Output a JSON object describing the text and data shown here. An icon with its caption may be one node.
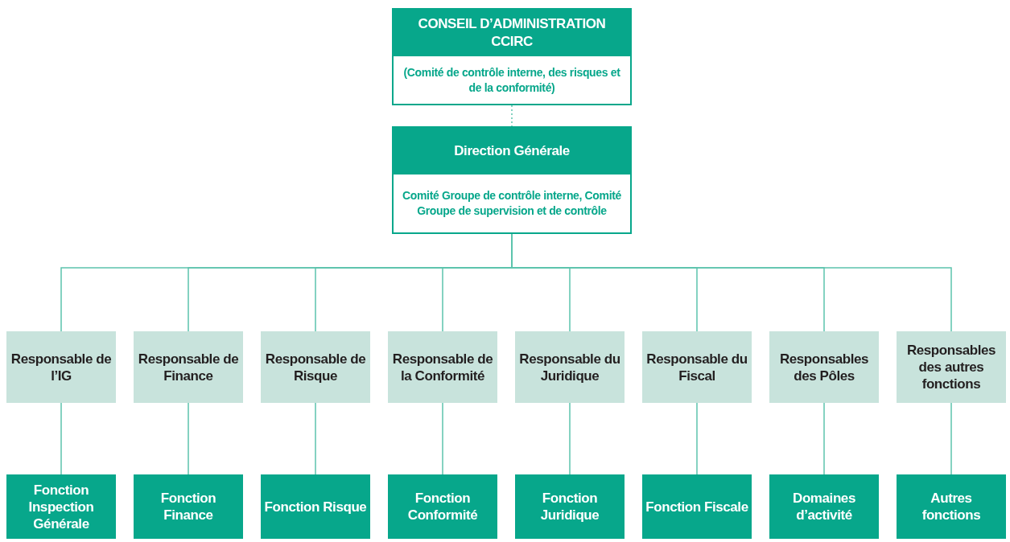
{
  "diagram": {
    "nodes": [
      {
        "text": [
          "CONSEIL D’ADMINISTRATION CCIRC",
          "(Comité de contrôle interne, des risques et de la conformité)"
        ]
      },
      {
        "text": [
          "Direction Générale",
          "Comité Groupe de contrôle interne, Comité Groupe de supervision et de contrôle"
        ]
      },
      {
        "text": [
          "Responsable de l’IG"
        ]
      },
      {
        "text": [
          "Responsable de Finance"
        ]
      },
      {
        "text": [
          "Responsable de Risque"
        ]
      },
      {
        "text": [
          "Responsable de la Conformité"
        ]
      },
      {
        "text": [
          "Responsable du Juridique"
        ]
      },
      {
        "text": [
          "Responsable du Fiscal"
        ]
      },
      {
        "text": [
          "Responsables des Pôles"
        ]
      },
      {
        "text": [
          "Responsables des autres fonctions"
        ]
      },
      {
        "text": [
          "Fonction Inspection Générale"
        ]
      },
      {
        "text": [
          "Fonction Finance"
        ]
      },
      {
        "text": [
          "Fonction Risque"
        ]
      },
      {
        "text": [
          "Fonction Conformité"
        ]
      },
      {
        "text": [
          "Fonction Juridique"
        ]
      },
      {
        "text": [
          "Fonction Fiscale"
        ]
      },
      {
        "text": [
          "Domaines d’activité"
        ]
      },
      {
        "text": [
          "Autres fonctions"
        ]
      }
    ],
    "edges": [
      {
        "from": 0,
        "to": 1,
        "arrow": "none",
        "style": "dashed"
      },
      {
        "from": 1,
        "to": 2,
        "arrow": "none"
      },
      {
        "from": 1,
        "to": 3,
        "arrow": "none"
      },
      {
        "from": 1,
        "to": 4,
        "arrow": "none"
      },
      {
        "from": 1,
        "to": 5,
        "arrow": "none"
      },
      {
        "from": 1,
        "to": 6,
        "arrow": "none"
      },
      {
        "from": 1,
        "to": 7,
        "arrow": "none"
      },
      {
        "from": 1,
        "to": 8,
        "arrow": "none"
      },
      {
        "from": 1,
        "to": 9,
        "arrow": "none"
      },
      {
        "from": 2,
        "to": 10,
        "arrow": "none"
      },
      {
        "from": 3,
        "to": 11,
        "arrow": "none"
      },
      {
        "from": 4,
        "to": 12,
        "arrow": "none"
      },
      {
        "from": 5,
        "to": 13,
        "arrow": "none"
      },
      {
        "from": 6,
        "to": 14,
        "arrow": "none"
      },
      {
        "from": 7,
        "to": 15,
        "arrow": "none"
      },
      {
        "from": 8,
        "to": 16,
        "arrow": "none"
      },
      {
        "from": 9,
        "to": 17,
        "arrow": "none"
      }
    ]
  }
}
